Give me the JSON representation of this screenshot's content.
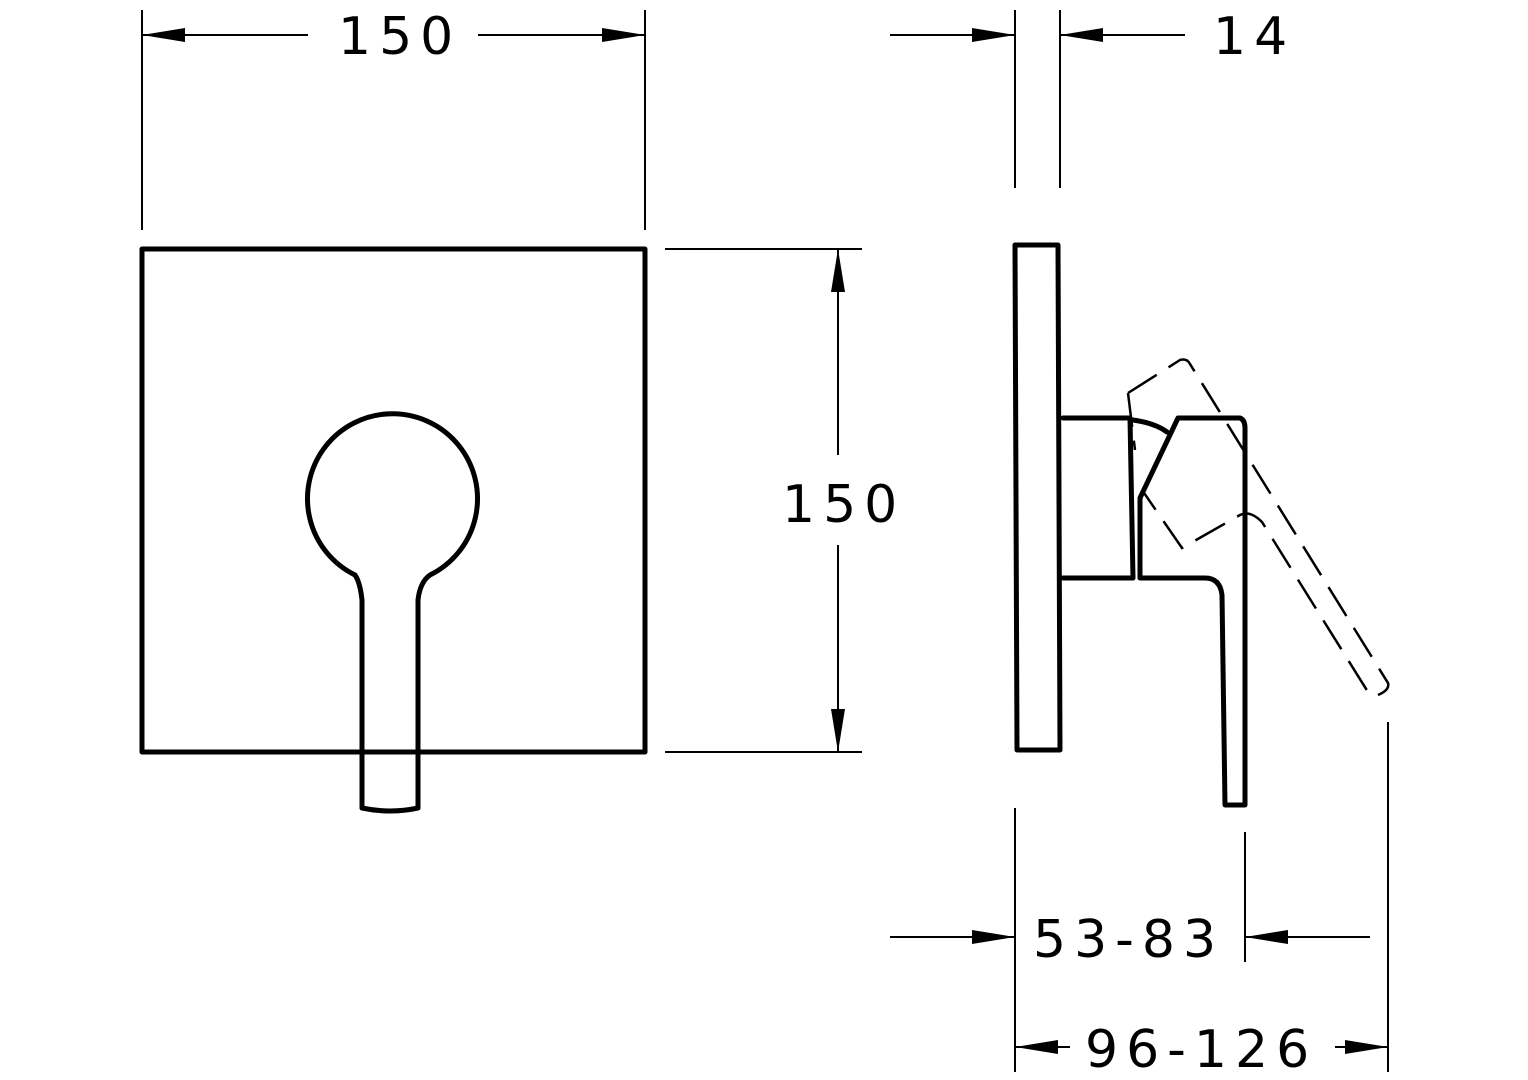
{
  "dimensions": {
    "front_width": "150",
    "front_height": "150",
    "plate_thickness": "14",
    "projection_min": "53-83",
    "projection_total": "96-126"
  }
}
